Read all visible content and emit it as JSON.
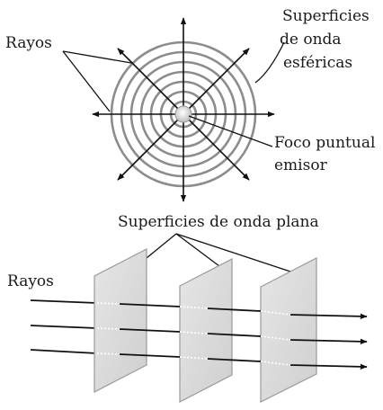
{
  "top_diagram": {
    "label_rays": "Rayos",
    "label_spherical_line1": "Superficies",
    "label_spherical_line2": "de onda",
    "label_spherical_line3": "esféricas",
    "label_source_line1": "Foco puntual",
    "label_source_line2": "emisor"
  },
  "bottom_diagram": {
    "label_plane": "Superficies de onda plana",
    "label_rays": "Rayos"
  },
  "colors": {
    "wavefront": "#8c8c8c",
    "ray": "#111111",
    "plane_fill": "#d9d9d9",
    "plane_edge": "#9a9a9a"
  }
}
